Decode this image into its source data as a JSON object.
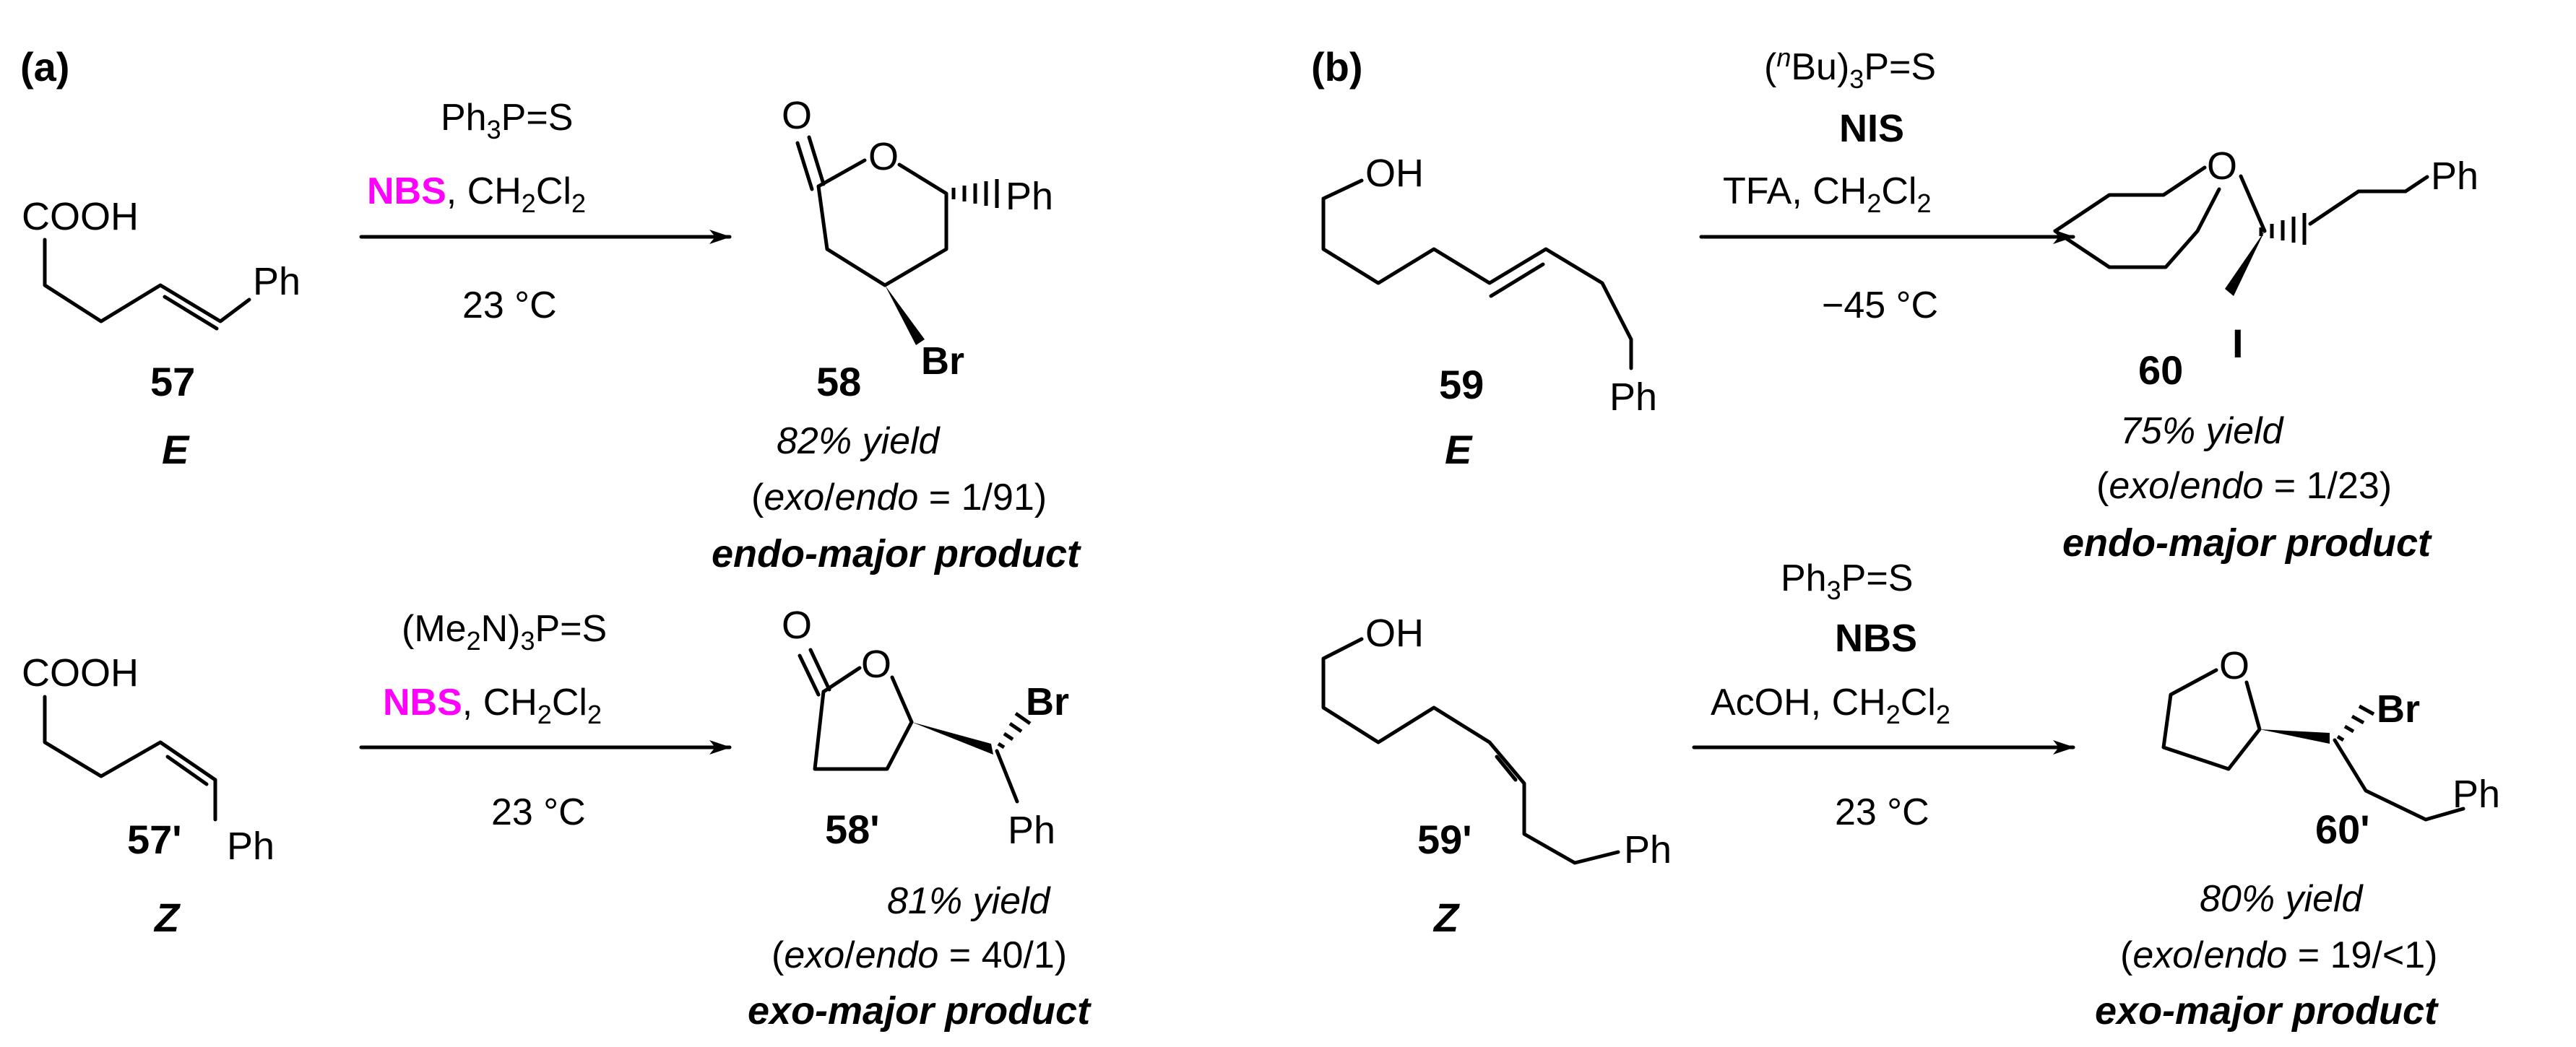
{
  "colors": {
    "nbs": "#ff00ff",
    "nis": "#ff0000",
    "text": "#000000"
  },
  "panel_a": {
    "label": "(a)",
    "row_e": {
      "substrate": {
        "fg": "COOH",
        "aryl": "Ph",
        "number": "57",
        "geometry": "E"
      },
      "conditions": {
        "reagent_pre": "Ph",
        "reagent_sub": "3",
        "reagent_post": "P=S",
        "halogen": "NBS",
        "solvent_pre": ", CH",
        "sub1": "2",
        "mid": "Cl",
        "sub2": "2",
        "temp": "23 °C"
      },
      "product": {
        "carbonyl_o": "O",
        "ring_o": "O",
        "aryl": "Ph",
        "halogen": "Br",
        "number": "58",
        "yield": "82% yield",
        "ratio_pre": "(",
        "ratio_exo": "exo",
        "ratio_slash": "/",
        "ratio_endo": "endo",
        "ratio_post": " = 1/91)",
        "selectivity": "endo-major product"
      }
    },
    "row_z": {
      "substrate": {
        "fg": "COOH",
        "aryl": "Ph",
        "number": "57'",
        "geometry": "Z"
      },
      "conditions": {
        "reagent_pre": "(Me",
        "reagent_sub": "2",
        "reagent_post": "N)",
        "reagent_sub2": "3",
        "reagent_end": "P=S",
        "halogen": "NBS",
        "solvent_pre": ", CH",
        "sub1": "2",
        "mid": "Cl",
        "sub2": "2",
        "temp": "23 °C"
      },
      "product": {
        "carbonyl_o": "O",
        "ring_o": "O",
        "aryl": "Ph",
        "halogen": "Br",
        "number": "58'",
        "yield": "81% yield",
        "ratio_pre": "(",
        "ratio_exo": "exo",
        "ratio_slash": "/",
        "ratio_endo": "endo",
        "ratio_post": " = 40/1)",
        "selectivity": "exo-major product"
      }
    }
  },
  "panel_b": {
    "label": "(b)",
    "row_e": {
      "substrate": {
        "fg": "OH",
        "aryl": "Ph",
        "number": "59",
        "geometry": "E"
      },
      "conditions": {
        "reagent_pre": "(",
        "reagent_sup": "n",
        "reagent_mid": "Bu)",
        "reagent_sub": "3",
        "reagent_post": "P=S",
        "halogen": "NIS",
        "solvent_pre": "TFA, CH",
        "sub1": "2",
        "mid": "Cl",
        "sub2": "2",
        "temp": "−45 °C"
      },
      "product": {
        "ring_o": "O",
        "aryl": "Ph",
        "halogen": "I",
        "number": "60",
        "yield": "75% yield",
        "ratio_pre": "(",
        "ratio_exo": "exo",
        "ratio_slash": "/",
        "ratio_endo": "endo",
        "ratio_post": " = 1/23)",
        "selectivity": "endo-major product"
      }
    },
    "row_z": {
      "substrate": {
        "fg": "OH",
        "aryl": "Ph",
        "number": "59'",
        "geometry": "Z"
      },
      "conditions": {
        "reagent_pre": "Ph",
        "reagent_sub": "3",
        "reagent_post": "P=S",
        "halogen": "NBS",
        "solvent_pre": "AcOH, CH",
        "sub1": "2",
        "mid": "Cl",
        "sub2": "2",
        "temp": "23 °C"
      },
      "product": {
        "ring_o": "O",
        "aryl": "Ph",
        "halogen": "Br",
        "number": "60'",
        "yield": "80% yield",
        "ratio_pre": "(",
        "ratio_exo": "exo",
        "ratio_slash": "/",
        "ratio_endo": "endo",
        "ratio_post": " = 19/<1)",
        "selectivity": "exo-major product"
      }
    }
  }
}
